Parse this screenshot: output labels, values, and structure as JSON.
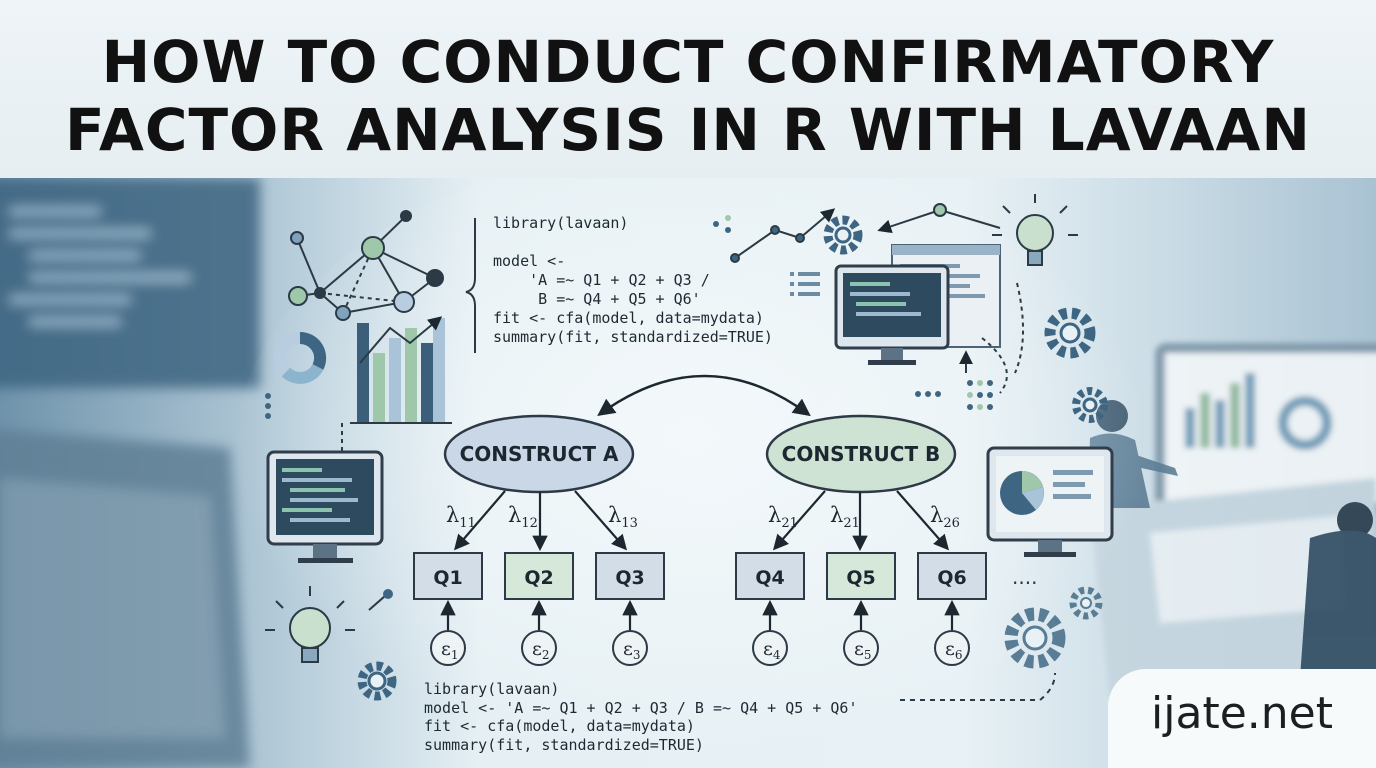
{
  "title": {
    "line1": "HOW TO CONDUCT CONFIRMATORY",
    "line2": "FACTOR ANALYSIS IN R WITH LAVAAN"
  },
  "code_top": "library(lavaan)\n\nmodel <-\n    'A =~ Q1 + Q2 + Q3 /\n     B =~ Q4 + Q5 + Q6'\nfit <- cfa(model, data=mydata)\nsummary(fit, standardized=TRUE)",
  "code_bottom": "library(lavaan)\nmodel <- 'A =~ Q1 + Q2 + Q3 / B =~ Q4 + Q5 + Q6'\nfit <- cfa(model, data=mydata)\nsummary(fit, standardized=TRUE)",
  "constructs": {
    "a": "CONSTRUCT A",
    "b": "CONSTRUCT B"
  },
  "loadings": {
    "l1": {
      "sym": "λ",
      "sub": "11"
    },
    "l2": {
      "sym": "λ",
      "sub": "12"
    },
    "l3": {
      "sym": "λ",
      "sub": "13"
    },
    "l4": {
      "sym": "λ",
      "sub": "21"
    },
    "l5": {
      "sym": "λ",
      "sub": "21"
    },
    "l6": {
      "sym": "λ",
      "sub": "26"
    }
  },
  "items": [
    "Q1",
    "Q2",
    "Q3",
    "Q4",
    "Q5",
    "Q6"
  ],
  "errors": [
    {
      "sym": "ε",
      "sub": "1"
    },
    {
      "sym": "ε",
      "sub": "2"
    },
    {
      "sym": "ε",
      "sub": "3"
    },
    {
      "sym": "ε",
      "sub": "4"
    },
    {
      "sym": "ε",
      "sub": "5"
    },
    {
      "sym": "ε",
      "sub": "6"
    }
  ],
  "ellipsis": "....",
  "brand": "ijate.net",
  "colors": {
    "construct_a": "#c9d7e6",
    "construct_b": "#cfe3d4",
    "item_blue": "#d3dde8",
    "item_green": "#d5e8da",
    "outline": "#2d3a45"
  }
}
